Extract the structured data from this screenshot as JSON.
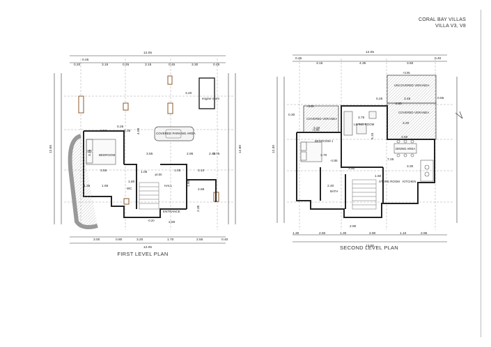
{
  "title_block": {
    "project": "CORAL BAY VILLAS",
    "villa": "VILLA V3, V8"
  },
  "first_plan": {
    "label": "FIRST LEVEL PLAN",
    "overall_top": "12.05",
    "overall_bottom": "12.05",
    "top_dims": [
      "0.20",
      "0.45",
      "3.15",
      "0.45",
      "3.15",
      "0.45",
      "3.30",
      "0.45"
    ],
    "bottom_dims": [
      "3.00",
      "0.80",
      "3.20",
      "1.70",
      "2.55",
      "0.40"
    ],
    "left_overall": "12.65",
    "right_overall": "12.80",
    "rooms": {
      "bedroom": "BEDROOM",
      "covered_parking": "COVERED PARKING AREA",
      "engine_room": "engine room",
      "hall": "HALL",
      "entrance": "ENTRANCE",
      "wc": "WC"
    },
    "inner_dims": [
      "3.55",
      "3.55",
      "3.15",
      "3.55",
      "0.25",
      "0.35",
      "4.00",
      "3.20",
      "2.95",
      "3.10",
      "2.85",
      "1.65",
      "1.35",
      "1.80",
      "2.40",
      "0.75",
      "1.05",
      "2.35",
      "2.80",
      "1.05",
      "1.80"
    ],
    "levels": [
      "±0.00",
      "-0.20"
    ]
  },
  "second_plan": {
    "label": "SECOND LEVEL PLAN",
    "overall_top": "12.05",
    "overall_bottom": "12.05",
    "top_dims": [
      "0.45",
      "3.15",
      "4.35",
      "3.50",
      "0.40"
    ],
    "bottom_dims": [
      "1.30",
      "2.50",
      "1.30",
      "2.90",
      "1.10",
      "2.95"
    ],
    "left_overall": "12.30",
    "rooms": {
      "covered_veranda_left": "COVERED VERANDA",
      "covered_veranda_right": "COVERED VERANDA",
      "uncovered_veranda": "UNCOVERED VERANDA",
      "living_room": "LIVING ROOM",
      "bedroom1": "BEDROOM 1",
      "dining_area": "DINING AREA",
      "kitchen": "KITCHEN",
      "store_room": "STORE ROOM",
      "bath": "BATH"
    },
    "inner_dims": [
      "3.75",
      "5.15",
      "3.50",
      "7.25",
      "3.30",
      "3.20",
      "3.45",
      "3.20",
      "3.50",
      "2.90",
      "2.40",
      "3.70",
      "0.25",
      "1.60",
      "0.30",
      "0.55"
    ],
    "levels": [
      "+3.05",
      "+2.85",
      "+2.85",
      "+3.05",
      "+2.85"
    ]
  }
}
